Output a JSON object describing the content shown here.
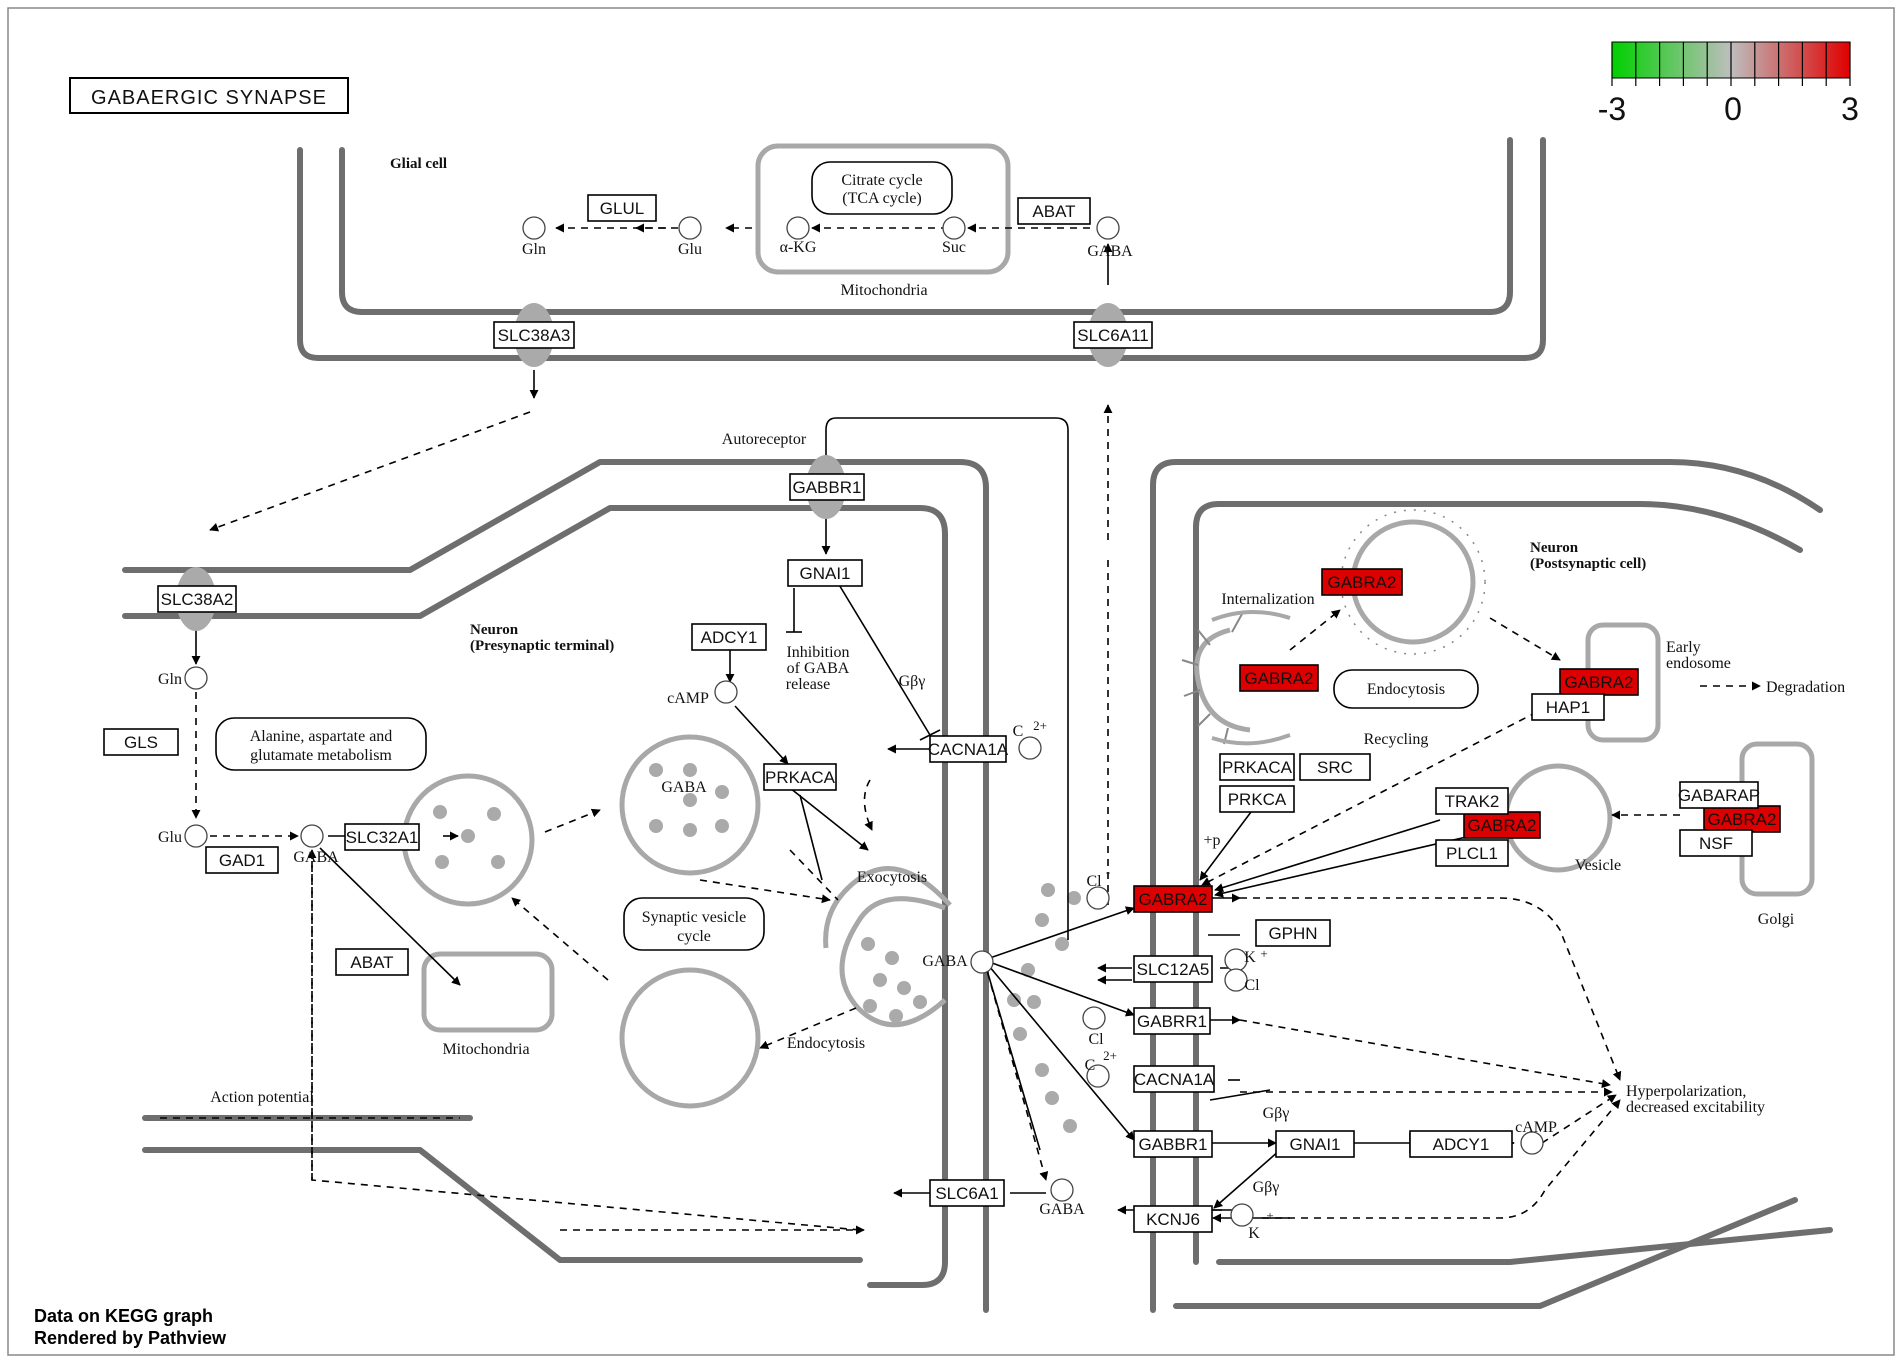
{
  "title": "GABAERGIC SYNAPSE",
  "legend": {
    "min_label": "-3",
    "mid_label": "0",
    "max_label": "3",
    "low_color": "#00d000",
    "mid_color": "#bebebe",
    "high_color": "#e00000"
  },
  "colors": {
    "membrane": "#6e6e6e",
    "organelle": "#a8a8a8",
    "upregulated": "#dd0000"
  },
  "compartments": {
    "glial": "Glial cell",
    "presynaptic": [
      "Neuron",
      "(Presynaptic terminal)"
    ],
    "postsynaptic": [
      "Neuron",
      "(Postsynaptic cell)"
    ],
    "mito_glial": "Mitochondria",
    "mito_pre": "Mitochondria",
    "golgi": "Golgi",
    "vesicle": "Vesicle",
    "early_endosome": [
      "Early",
      "endosome"
    ]
  },
  "pathways": {
    "tca": [
      "Citrate cycle",
      "(TCA cycle)"
    ],
    "ala": [
      "Alanine, aspartate and",
      "glutamate metabolism"
    ],
    "svc": [
      "Synaptic vesicle",
      "cycle"
    ],
    "endo_post": "Endocytosis"
  },
  "genes": {
    "glul": "GLUL",
    "abat_g": "ABAT",
    "slc38a3": "SLC38A3",
    "slc6a11": "SLC6A11",
    "slc38a2": "SLC38A2",
    "gls": "GLS",
    "gad1": "GAD1",
    "slc32a1": "SLC32A1",
    "abat_p": "ABAT",
    "gabbr1_a": "GABBR1",
    "gnai1_a": "GNAI1",
    "adcy1_a": "ADCY1",
    "prkaca_a": "PRKACA",
    "cacna1a_a": "CACNA1A",
    "slc6a1": "SLC6A1",
    "gabra2_main": "GABRA2",
    "gabra2_int": "GABRA2",
    "gabra2_cp": "GABRA2",
    "gabra2_ee": "GABRA2",
    "gabra2_ves": "GABRA2",
    "gabra2_golgi": "GABRA2",
    "hap1": "HAP1",
    "prkaca_b": "PRKACA",
    "src": "SRC",
    "prkca": "PRKCA",
    "trak2": "TRAK2",
    "plcl1": "PLCL1",
    "gabarap": "GABARAP",
    "nsf": "NSF",
    "gphn": "GPHN",
    "slc12a5": "SLC12A5",
    "gabrr1": "GABRR1",
    "cacna1a_b": "CACNA1A",
    "gabbr1_b": "GABBR1",
    "gnai1_b": "GNAI1",
    "adcy1_b": "ADCY1",
    "kcnj6": "KCNJ6"
  },
  "compounds": {
    "gln_g": "Gln",
    "glu_g": "Glu",
    "akg": "α-KG",
    "suc": "Suc",
    "gaba_g": "GABA",
    "gln_p": "Gln",
    "glu_p": "Glu",
    "gaba_p": "GABA",
    "camp_a": "cAMP",
    "ca_a": "2+",
    "gaba_ves": "GABA",
    "gaba_cleft": "GABA",
    "gaba_bottom": "GABA",
    "cl_a": "-",
    "k_a": "+",
    "cl_b": "Cl",
    "cl_c": "Cl",
    "ca_b": "2+",
    "camp_b": "cAMP",
    "k_b": "+"
  },
  "labels": {
    "autoreceptor": "Autoreceptor",
    "inhibition": [
      "Inhibition",
      "of GABA",
      "release"
    ],
    "gby_a": "Gβγ",
    "exocytosis": "Exocytosis",
    "endocytosis_pre": "Endocytosis",
    "action_potential": "Action potential",
    "internalization": "Internalization",
    "recycling": "Recycling",
    "degradation": "Degradation",
    "p": "+p",
    "gby_b": "Gβγ",
    "gby_c": "Gβγ",
    "hyper": [
      "Hyperpolarization,",
      "decreased excitability"
    ]
  },
  "footer": {
    "line1": "Data on KEGG graph",
    "line2": "Rendered by Pathview"
  }
}
